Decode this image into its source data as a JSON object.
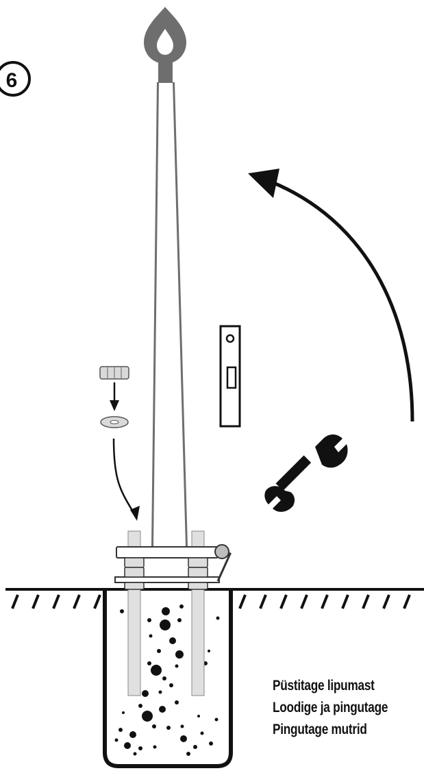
{
  "step": {
    "number": "6"
  },
  "instructions": [
    "Püstitage lipumast",
    "Loodige ja pingutage",
    "Pingutage mutrid"
  ]
}
